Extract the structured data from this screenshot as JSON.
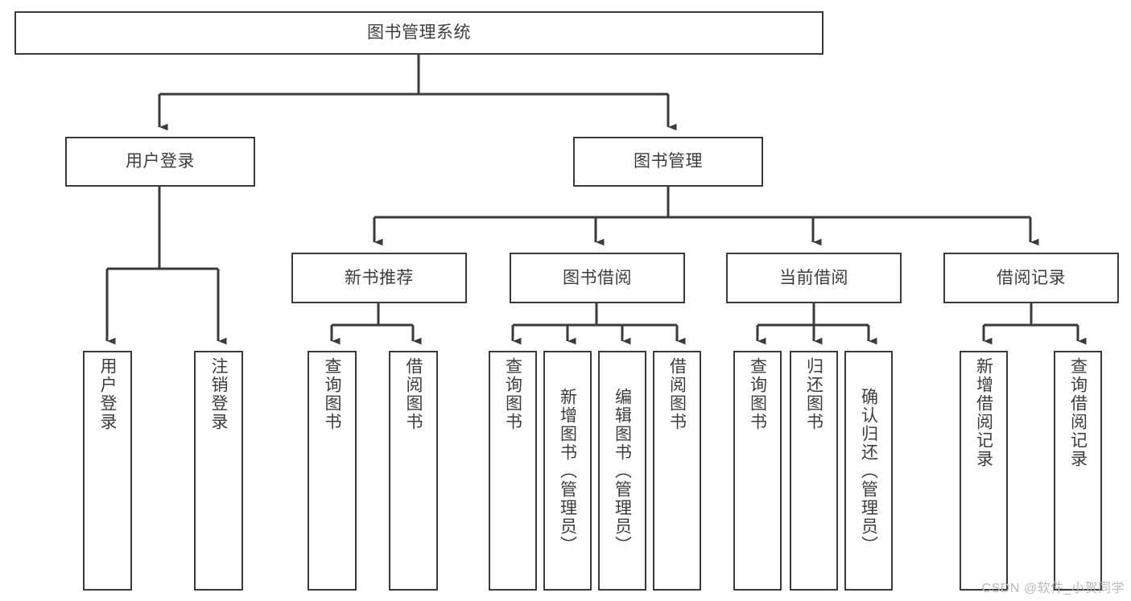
{
  "diagram": {
    "type": "tree-hierarchy-chart",
    "title": "图书管理系统",
    "line_color": "#3a3a3a",
    "text_color": "#3d3d3d",
    "background_color": "#ffffff",
    "watermark": "CSDN @软件_小贺同学",
    "levels": [
      {
        "level": 1,
        "nodes": [
          {
            "id": "root",
            "label": "图书管理系统"
          }
        ]
      },
      {
        "level": 2,
        "nodes": [
          {
            "id": "user-login",
            "label": "用户登录"
          },
          {
            "id": "book-management",
            "label": "图书管理"
          }
        ]
      },
      {
        "level": 3,
        "nodes": [
          {
            "id": "new-book-recommend",
            "label": "新书推荐"
          },
          {
            "id": "book-borrow",
            "label": "图书借阅"
          },
          {
            "id": "current-borrow",
            "label": "当前借阅"
          },
          {
            "id": "borrow-record",
            "label": "借阅记录"
          }
        ]
      },
      {
        "level": 4,
        "nodes": [
          {
            "id": "leaf-user-login",
            "label": "用户登录",
            "parent": "user-login"
          },
          {
            "id": "leaf-logout",
            "label": "注销登录",
            "parent": "user-login"
          },
          {
            "id": "leaf-query-book-1",
            "label": "查询图书",
            "parent": "new-book-recommend"
          },
          {
            "id": "leaf-borrow-book-1",
            "label": "借阅图书",
            "parent": "new-book-recommend"
          },
          {
            "id": "leaf-query-book-2",
            "label": "查询图书",
            "parent": "book-borrow"
          },
          {
            "id": "leaf-add-book",
            "label": "新增图书（管理员）",
            "parent": "book-borrow"
          },
          {
            "id": "leaf-edit-book",
            "label": "编辑图书（管理员）",
            "parent": "book-borrow"
          },
          {
            "id": "leaf-borrow-book-2",
            "label": "借阅图书",
            "parent": "book-borrow"
          },
          {
            "id": "leaf-query-book-3",
            "label": "查询图书",
            "parent": "current-borrow"
          },
          {
            "id": "leaf-return-book",
            "label": "归还图书",
            "parent": "current-borrow"
          },
          {
            "id": "leaf-confirm-return",
            "label": "确认归还（管理员）",
            "parent": "current-borrow"
          },
          {
            "id": "leaf-add-record",
            "label": "新增借阅记录",
            "parent": "borrow-record"
          },
          {
            "id": "leaf-query-record",
            "label": "查询借阅记录",
            "parent": "borrow-record"
          }
        ]
      }
    ]
  }
}
